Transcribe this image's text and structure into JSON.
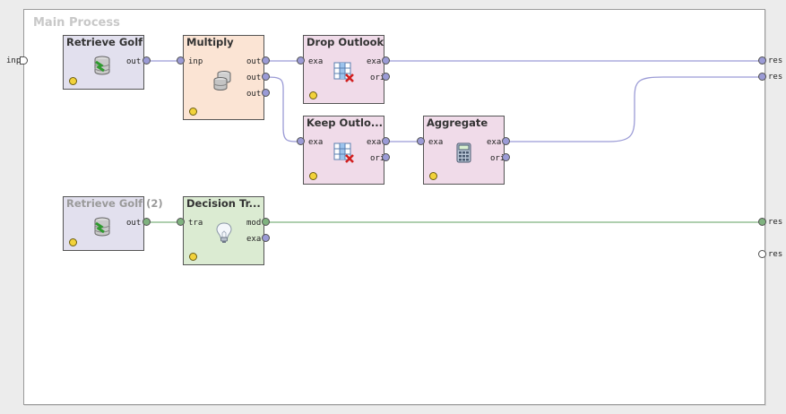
{
  "process": {
    "title": "Main Process"
  },
  "colors": {
    "example_wire": "#9b9bd6",
    "model_wire": "#7fb27f"
  },
  "left_ports": [
    {
      "label": "inp"
    }
  ],
  "right_ports": [
    {
      "label": "res",
      "state": "connected-example"
    },
    {
      "label": "res",
      "state": "connected-example"
    },
    {
      "label": "res",
      "state": "connected-model"
    },
    {
      "label": "res",
      "state": "unconnected"
    }
  ],
  "operators": {
    "retrieve_golf": {
      "name": "Retrieve Golf",
      "icon": "database-retrieve-icon",
      "disabled": false,
      "out_ports": [
        "out"
      ]
    },
    "multiply": {
      "name": "Multiply",
      "icon": "database-stack-icon",
      "in_ports": [
        "inp"
      ],
      "out_ports": [
        "out",
        "out",
        "out"
      ]
    },
    "drop_outlook": {
      "name": "Drop Outlook",
      "icon": "table-remove-attribute-icon",
      "in_ports": [
        "exa"
      ],
      "out_ports": [
        "exa",
        "ori"
      ]
    },
    "keep_outlook": {
      "name": "Keep Outlo...",
      "icon": "table-remove-attribute-icon",
      "in_ports": [
        "exa"
      ],
      "out_ports": [
        "exa",
        "ori"
      ]
    },
    "aggregate": {
      "name": "Aggregate",
      "icon": "calculator-icon",
      "in_ports": [
        "exa"
      ],
      "out_ports": [
        "exa",
        "ori"
      ]
    },
    "retrieve_golf_2": {
      "name": "Retrieve Golf (2)",
      "icon": "database-retrieve-icon",
      "disabled": true,
      "out_ports": [
        "out"
      ]
    },
    "decision_tree": {
      "name": "Decision Tr...",
      "icon": "lightbulb-icon",
      "in_ports": [
        "tra"
      ],
      "out_ports": [
        "mod",
        "exa"
      ]
    }
  }
}
